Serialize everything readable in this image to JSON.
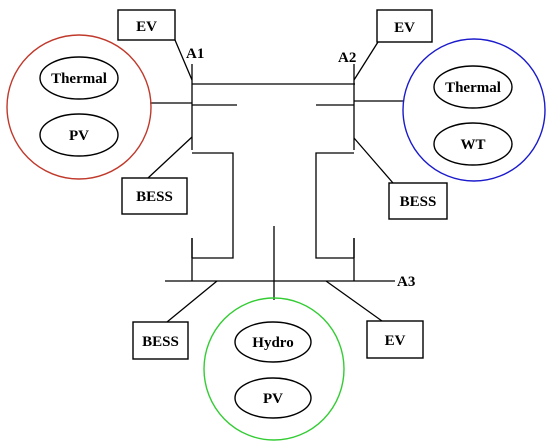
{
  "colors": {
    "area1_ring": "#c0392b",
    "area2_ring": "#1a1acc",
    "area3_ring": "#33cc33",
    "line": "#000000"
  },
  "buses": {
    "a1": "A1",
    "a2": "A2",
    "a3": "A3"
  },
  "area1": {
    "ev": "EV",
    "bess": "BESS",
    "gen1": "Thermal",
    "gen2": "PV"
  },
  "area2": {
    "ev": "EV",
    "bess": "BESS",
    "gen1": "Thermal",
    "gen2": "WT"
  },
  "area3": {
    "ev": "EV",
    "bess": "BESS",
    "gen1": "Hydro",
    "gen2": "PV"
  }
}
